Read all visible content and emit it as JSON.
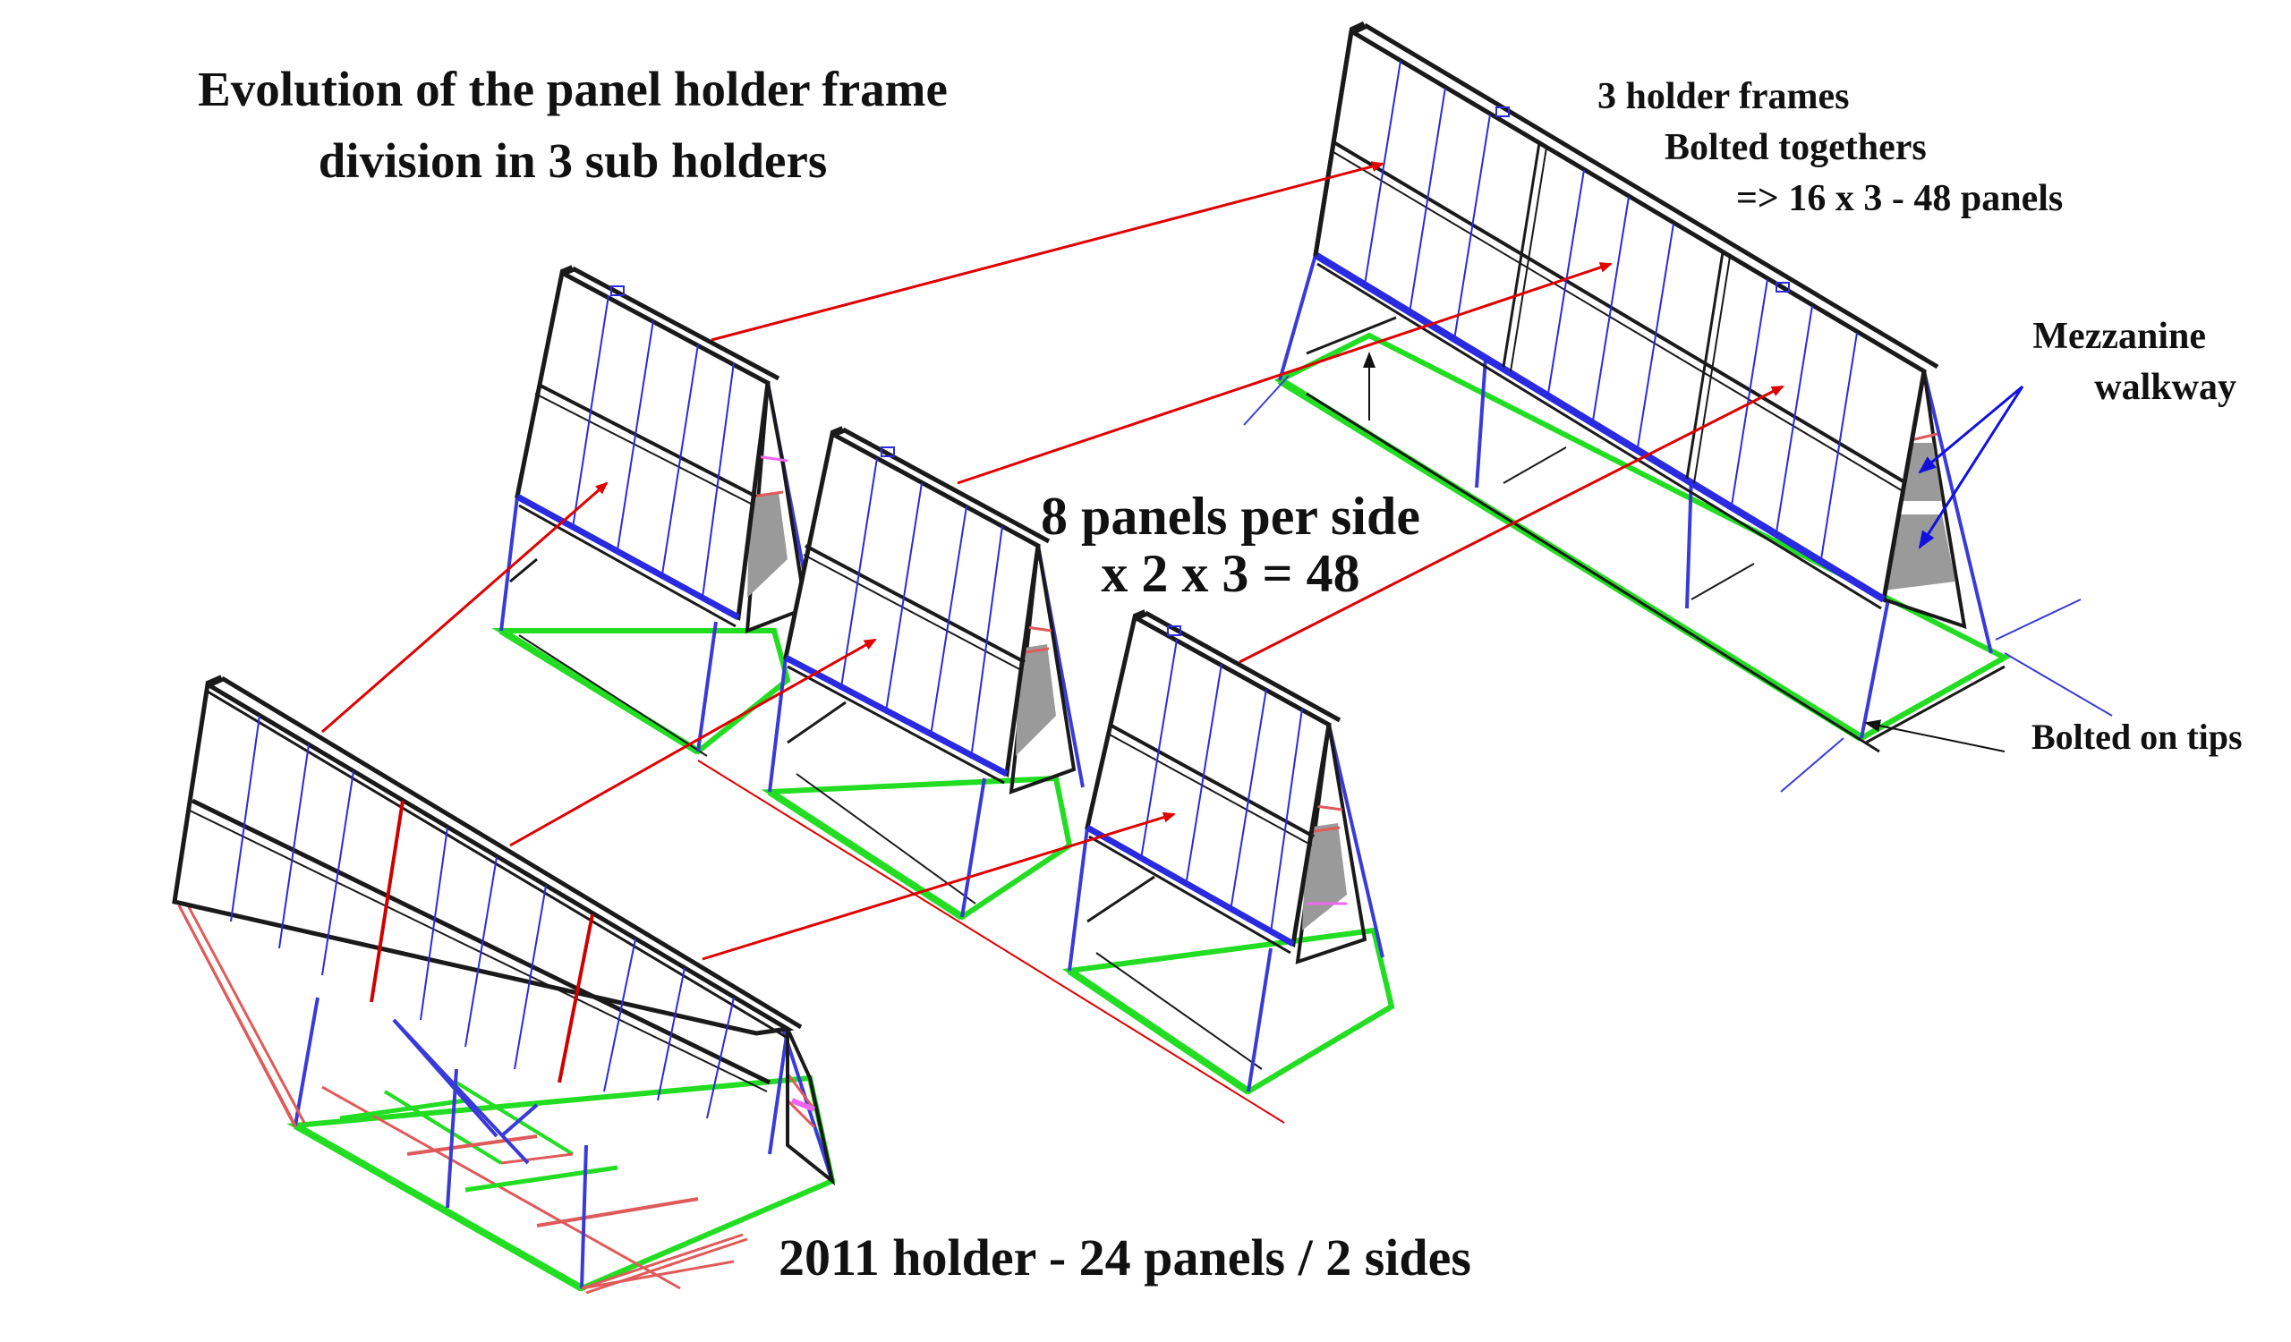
{
  "title": {
    "line1": "Evolution of the panel holder frame",
    "line2": "division in 3 sub holders"
  },
  "assembled": {
    "line1": "3 holder frames",
    "line2": "Bolted togethers",
    "line3": "=> 16 x 3 - 48 panels"
  },
  "mezzanine": {
    "line1": "Mezzanine",
    "line2": "walkway"
  },
  "tips_label": "Bolted on tips",
  "sub_holders": {
    "line1": "8 panels per side",
    "line2": "x 2 x 3 = 48"
  },
  "holder_2011": "2011 holder - 24 panels / 2 sides",
  "colors": {
    "frame": "#1a1a1a",
    "panel_line": "#2a2ae0",
    "base": "#22dd22",
    "brace": "#e05a5a",
    "arrow": "#e00000",
    "walkway_fill": "#9a9a9a",
    "pointer_arrow": "#1010e0"
  },
  "icons": {
    "arrow_head": "arrow-head-icon",
    "pointer": "pointer-arrow-icon"
  }
}
